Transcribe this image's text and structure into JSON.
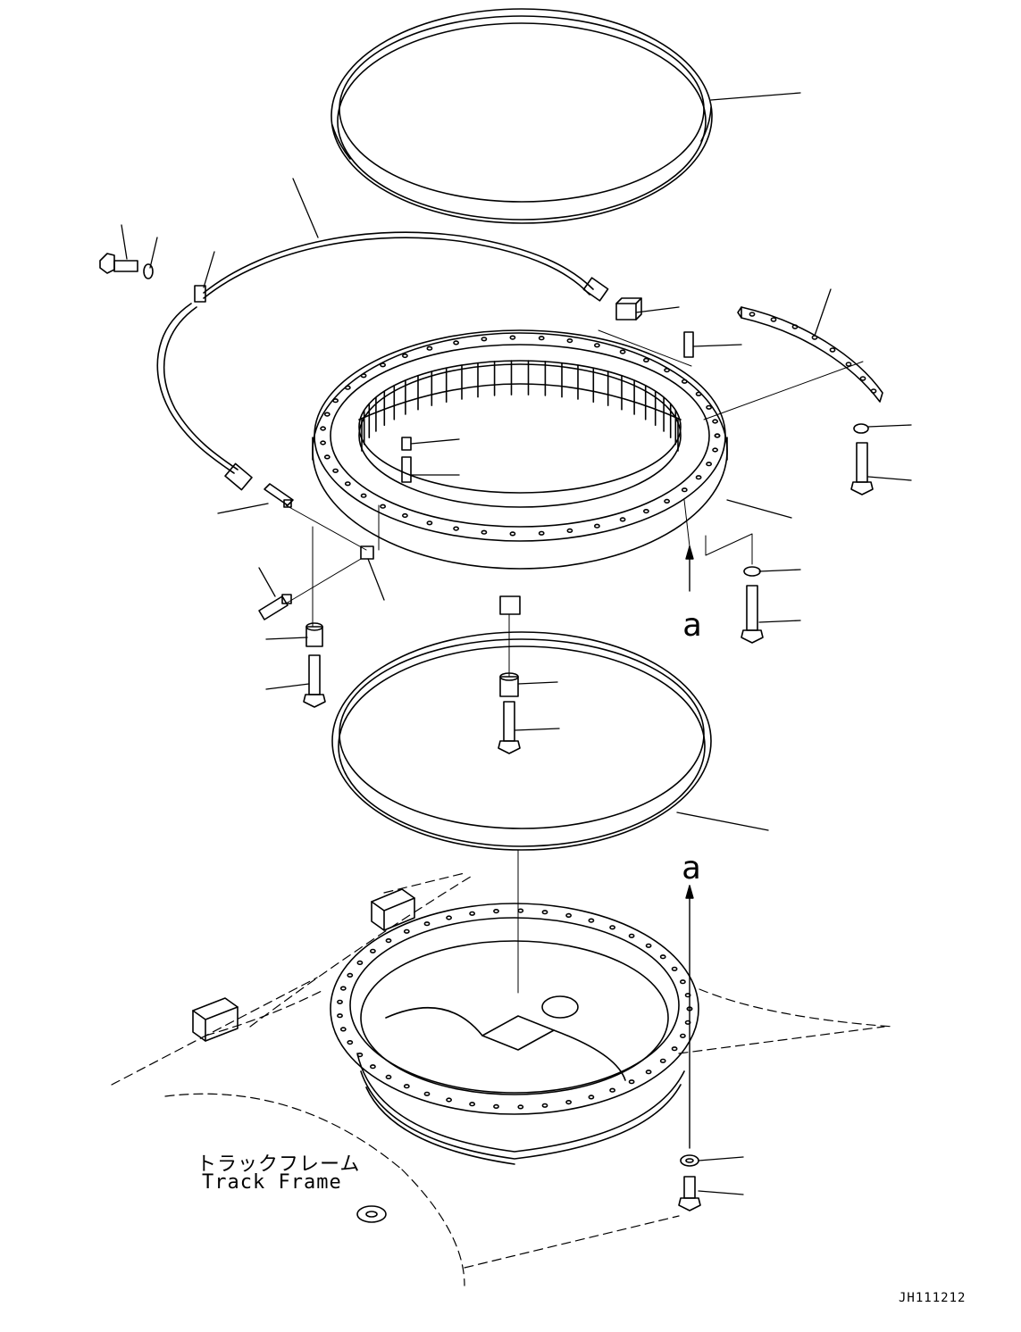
{
  "labels": {
    "view_arrow_upper": "a",
    "view_arrow_lower": "a",
    "track_frame_jp": "トラックフレーム",
    "track_frame_en": "Track Frame",
    "drawing_code": "JH111212"
  }
}
